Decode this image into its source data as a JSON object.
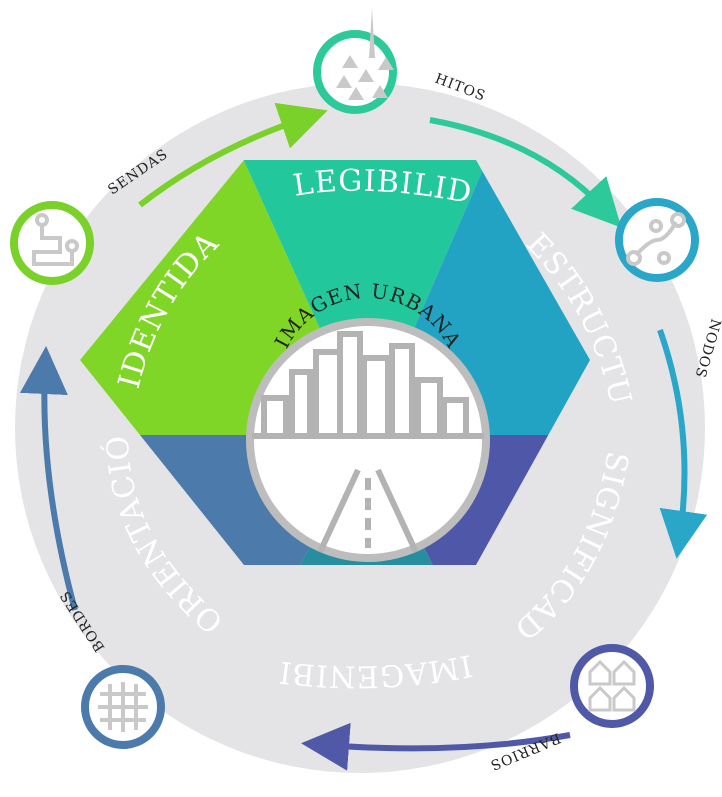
{
  "center": {
    "title": "IMAGEN URBANA"
  },
  "segments": [
    {
      "label": "LEGIBILIDAD",
      "color": "#22c89c"
    },
    {
      "label": "ESTRUCTURA",
      "color": "#23a3c4"
    },
    {
      "label": "SIGNIFICADO",
      "color": "#4f58a8"
    },
    {
      "label": "IMAGENIBILID",
      "color": "#268e9f"
    },
    {
      "label": "ORIENTACIÓN",
      "color": "#4b7aab"
    },
    {
      "label": "IDENTIDAD",
      "color": "#80d626"
    }
  ],
  "elements": [
    {
      "label": "HITOS",
      "icon": "landmark-icon",
      "color": "#2ec99a"
    },
    {
      "label": "NODOS",
      "icon": "nodes-icon",
      "color": "#2aa6c8"
    },
    {
      "label": "BARRIOS",
      "icon": "districts-icon",
      "color": "#5058a8"
    },
    {
      "label": "BORDES",
      "icon": "grid-icon",
      "color": "#4b7aab"
    },
    {
      "label": "SENDAS",
      "icon": "path-icon",
      "color": "#79d12a"
    }
  ],
  "colors": {
    "ring": "#e4e4e6",
    "icon_fill": "#c9c9c9"
  }
}
